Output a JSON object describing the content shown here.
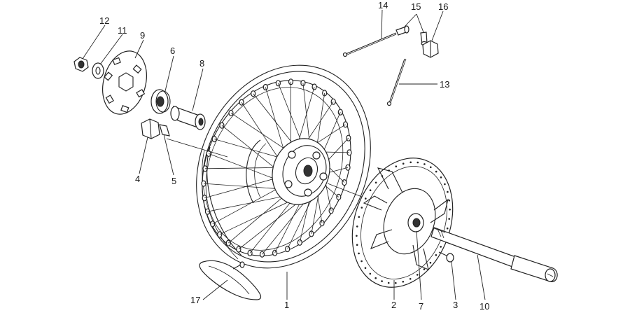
{
  "callouts": [
    {
      "id": "c1",
      "label": "1"
    },
    {
      "id": "c2",
      "label": "2"
    },
    {
      "id": "c3",
      "label": "3"
    },
    {
      "id": "c4",
      "label": "4"
    },
    {
      "id": "c5",
      "label": "5"
    },
    {
      "id": "c6",
      "label": "6"
    },
    {
      "id": "c7",
      "label": "7"
    },
    {
      "id": "c8",
      "label": "8"
    },
    {
      "id": "c9",
      "label": "9"
    },
    {
      "id": "c10",
      "label": "10"
    },
    {
      "id": "c11",
      "label": "11"
    },
    {
      "id": "c12",
      "label": "12"
    },
    {
      "id": "c13",
      "label": "13"
    },
    {
      "id": "c14",
      "label": "14"
    },
    {
      "id": "c15",
      "label": "15"
    },
    {
      "id": "c16",
      "label": "16"
    },
    {
      "id": "c17",
      "label": "17"
    }
  ]
}
